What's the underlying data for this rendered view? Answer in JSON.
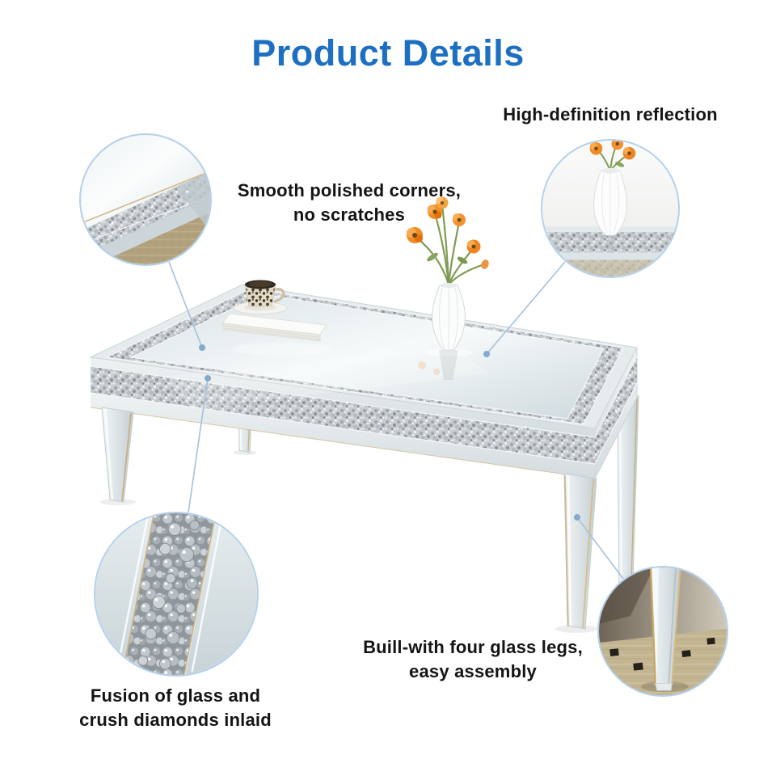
{
  "title": "Product Details",
  "callouts": {
    "reflection": {
      "label": "High-definition reflection",
      "image": "vase-reflection-closeup"
    },
    "corners": {
      "label": "Smooth polished corners,\nno scratches",
      "image": "polished-corner-closeup"
    },
    "diamonds": {
      "label": "Fusion of glass and\ncrush diamonds inlaid",
      "image": "crushed-diamond-closeup"
    },
    "legs": {
      "label": "Buill-with four glass legs,\neasy assembly",
      "image": "glass-leg-closeup"
    }
  },
  "product": {
    "subject": "mirrored crushed-diamond coffee table",
    "props": [
      "vase with orange flowers",
      "leopard coffee cup on saucer",
      "white book"
    ]
  },
  "colors": {
    "title_blue": "#1d6fc2",
    "circle_border": "#b3d0ec",
    "connector_line": "#a6c1dc",
    "connector_dot": "#85a9cc",
    "label_text": "#141414"
  }
}
